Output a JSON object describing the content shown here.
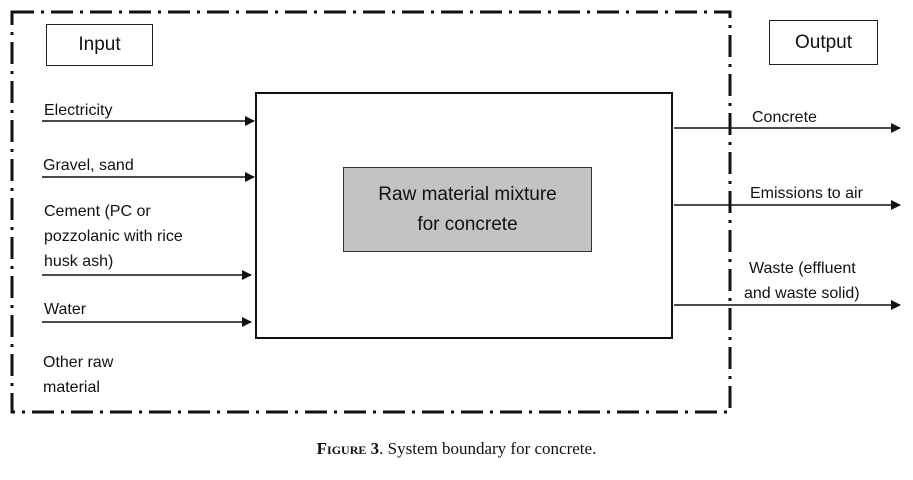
{
  "input_title": "Input",
  "output_title": "Output",
  "process": {
    "line1": "Raw material mixture",
    "line2": "for concrete"
  },
  "inputs": {
    "electricity": "Electricity",
    "gravel": "Gravel, sand",
    "cement_l1": "Cement (PC or",
    "cement_l2": "pozzolanic with rice",
    "cement_l3": "husk ash)",
    "water": "Water",
    "other_l1": "Other raw",
    "other_l2": "material"
  },
  "outputs": {
    "concrete": "Concrete",
    "emissions": "Emissions to air",
    "waste_l1": "Waste (effluent",
    "waste_l2": "and waste solid)"
  },
  "caption": {
    "figure": "Figure 3",
    "text": ". System boundary for concrete."
  }
}
